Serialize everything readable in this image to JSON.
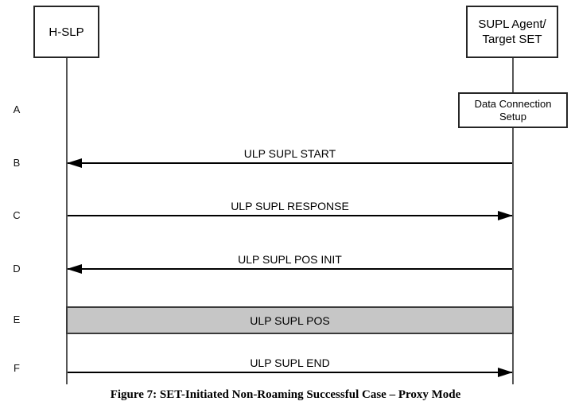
{
  "actors": {
    "left": {
      "label": "H-SLP"
    },
    "right": {
      "line1": "SUPL Agent/",
      "line2": "Target SET"
    }
  },
  "steps": [
    {
      "id": "A",
      "type": "action",
      "label": "Data Connection Setup",
      "line1": "Data Connection",
      "line2": "Setup"
    },
    {
      "id": "B",
      "type": "message",
      "label": "ULP SUPL START",
      "direction": "right-to-left"
    },
    {
      "id": "C",
      "type": "message",
      "label": "ULP SUPL RESPONSE",
      "direction": "left-to-right"
    },
    {
      "id": "D",
      "type": "message",
      "label": "ULP SUPL POS INIT",
      "direction": "right-to-left"
    },
    {
      "id": "E",
      "type": "span",
      "label": "ULP SUPL POS"
    },
    {
      "id": "F",
      "type": "message",
      "label": "ULP SUPL END",
      "direction": "left-to-right"
    }
  ],
  "caption": {
    "text": "Figure 7: SET-Initiated Non-Roaming Successful Case – Proxy Mode"
  },
  "colors": {
    "pos_box_fill": "#c6c6c6",
    "box_border": "#262626",
    "arrow_line": "#000000",
    "lifeline": "#565656"
  }
}
